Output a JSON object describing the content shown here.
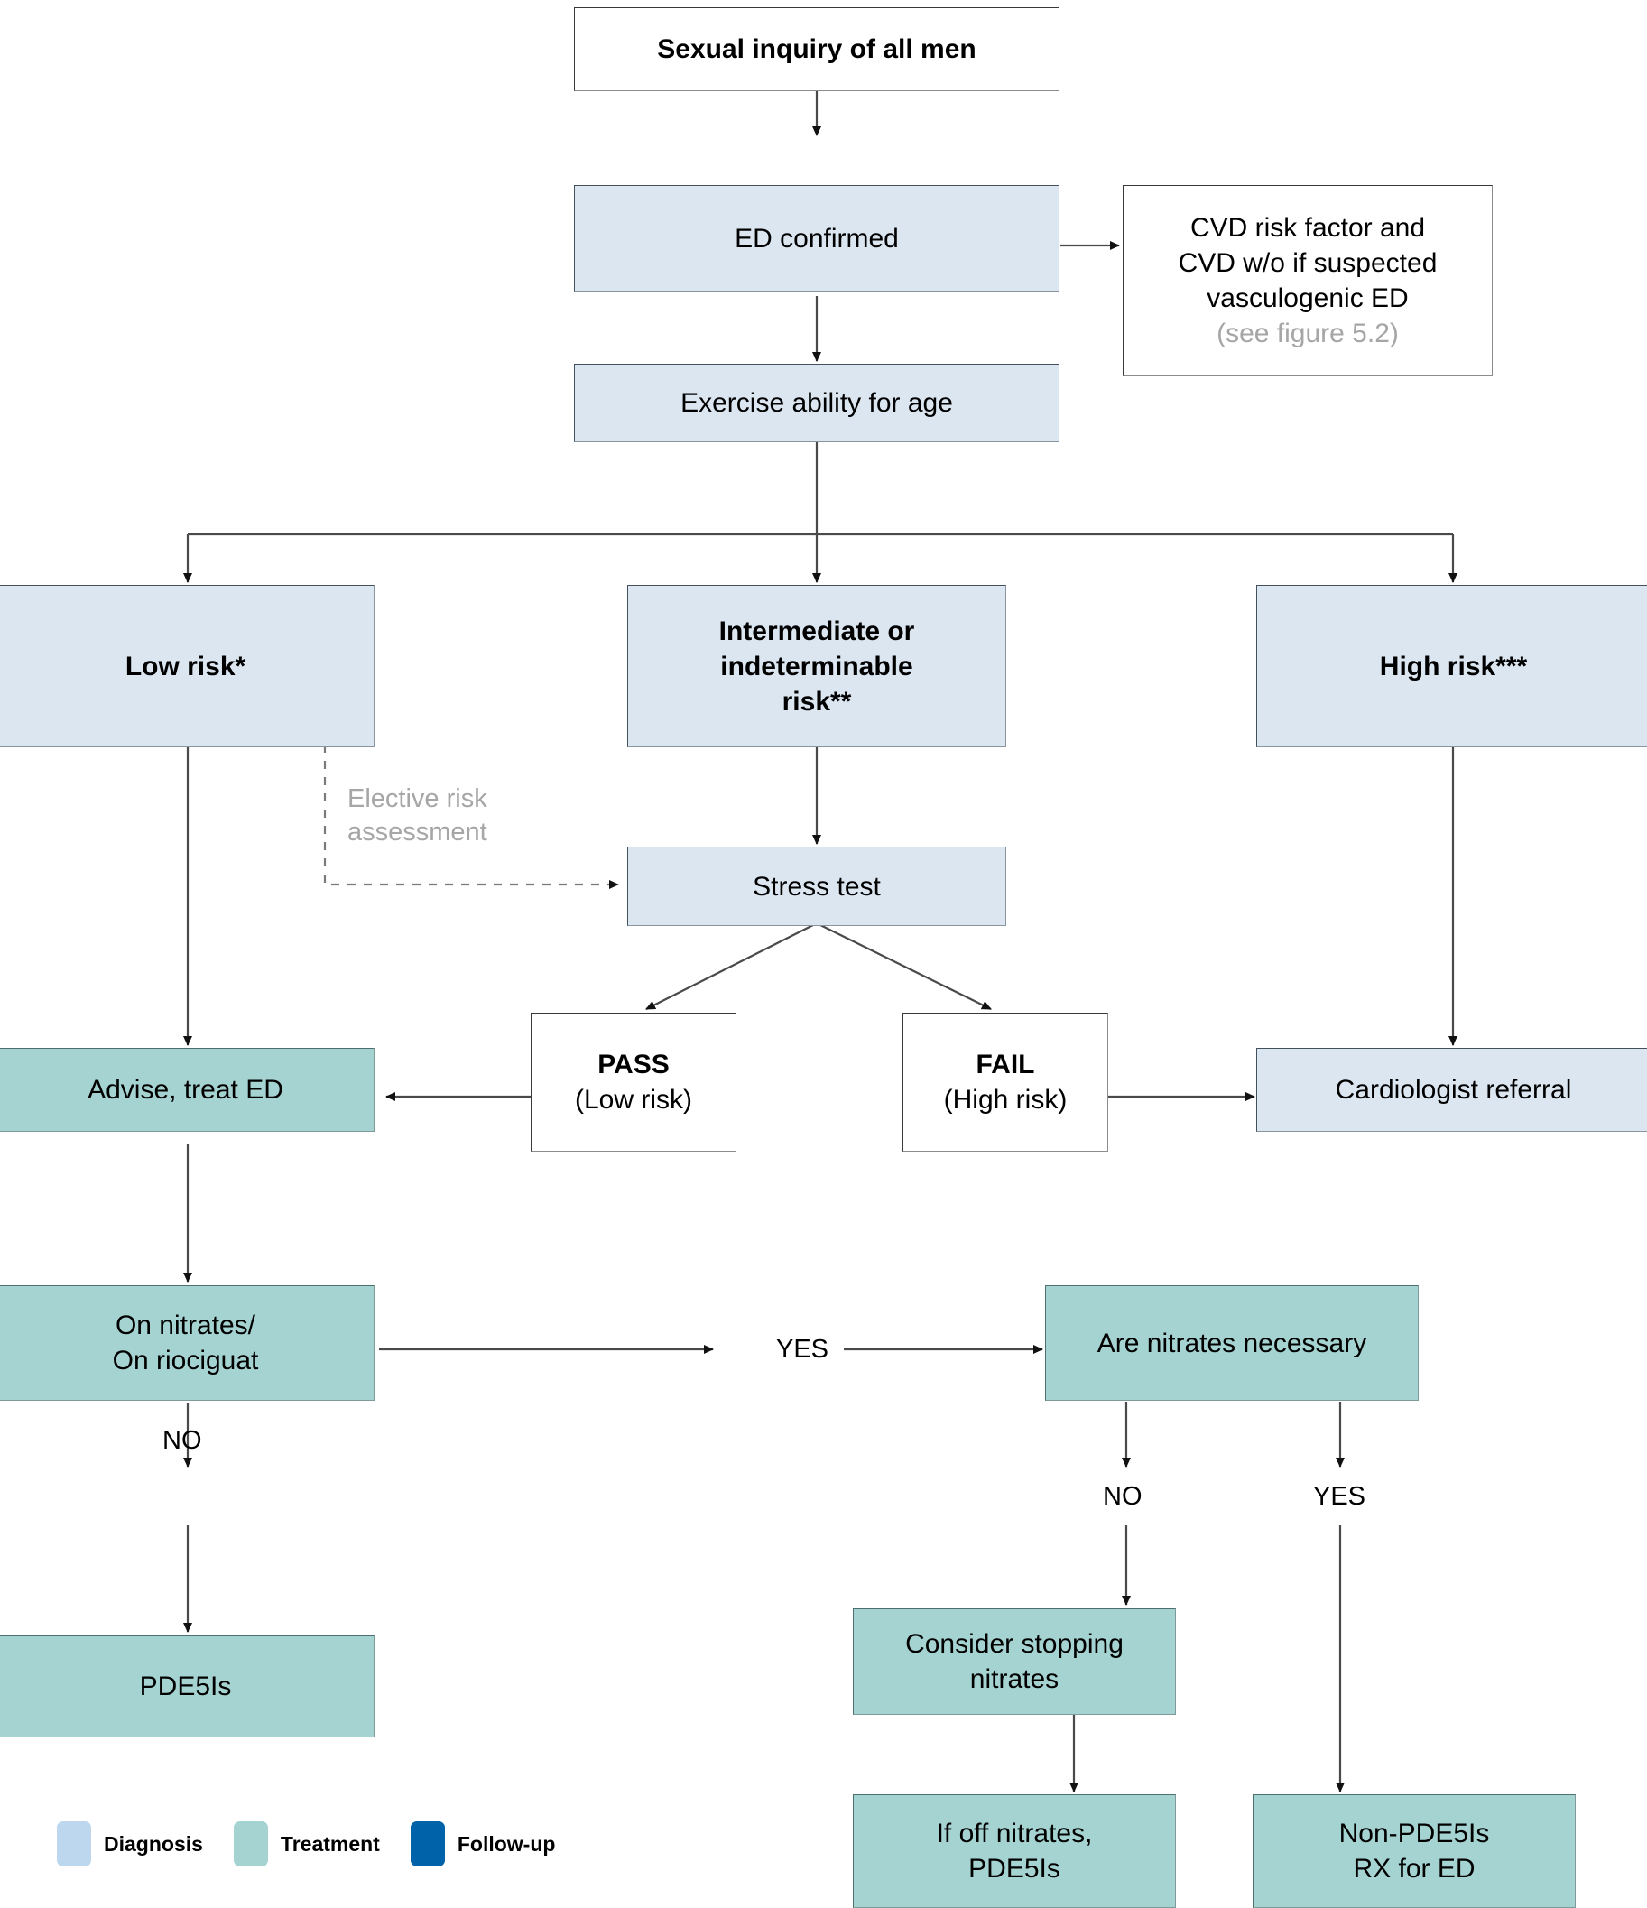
{
  "figure": {
    "type": "clinical-decision-flowchart",
    "title_present": false
  },
  "nodes": {
    "sexual_inquiry": {
      "label": "Sexual inquiry of all men",
      "category": "start",
      "style": "white"
    },
    "ed_confirmed": {
      "label": "ED confirmed",
      "category": "diagnosis",
      "style": "blue"
    },
    "cvd_box_line1": {
      "label": "CVD risk factor and"
    },
    "cvd_box_line2": {
      "label": "CVD w/o if suspected"
    },
    "cvd_box_line3": {
      "label": "vasculogenic ED"
    },
    "cvd_box_note": {
      "label": "(see figure 5.2)"
    },
    "exercise_ability": {
      "label": "Exercise ability for age",
      "category": "diagnosis",
      "style": "blue"
    },
    "low_risk": {
      "label": "Low risk*",
      "category": "diagnosis",
      "style": "blue"
    },
    "intermediate_risk": {
      "label": "Intermediate or\nindeterminable\nrisk**",
      "category": "diagnosis",
      "style": "blue"
    },
    "high_risk": {
      "label": "High risk***",
      "category": "diagnosis",
      "style": "blue"
    },
    "stress_test": {
      "label": "Stress test",
      "category": "diagnosis",
      "style": "blue"
    },
    "pass_box": {
      "label": "PASS",
      "sublabel": "(Low risk)",
      "style": "white"
    },
    "fail_box": {
      "label": "FAIL",
      "sublabel": "(High risk)",
      "style": "white"
    },
    "advise_treat_ed": {
      "label": "Advise, treat ED",
      "category": "treatment",
      "style": "teal"
    },
    "cardiologist_referral": {
      "label": "Cardiologist referral",
      "category": "diagnosis",
      "style": "blue"
    },
    "on_nitrates": {
      "label": "On nitrates/\nOn riociguat",
      "category": "treatment",
      "style": "teal"
    },
    "are_nitrates_necessary": {
      "label": "Are nitrates necessary",
      "category": "treatment",
      "style": "teal"
    },
    "pde5is": {
      "label": "PDE5Is",
      "category": "treatment",
      "style": "teal"
    },
    "consider_stopping": {
      "label": "Consider stopping\nnitrates",
      "category": "treatment",
      "style": "teal"
    },
    "if_off_nitrates": {
      "label": "If off nitrates,\nPDE5Is",
      "category": "treatment",
      "style": "teal"
    },
    "non_pde5is": {
      "label": "Non-PDE5Is\nRX for ED",
      "category": "treatment",
      "style": "teal"
    }
  },
  "edge_labels": {
    "elective_risk_assessment": "Elective risk\nassessment",
    "yes_nitrates": "YES",
    "no_nitrates": "NO",
    "no_necessary": "NO",
    "yes_necessary": "YES"
  },
  "legend": {
    "items": [
      {
        "label": "Diagnosis",
        "color": "#bdd7ee"
      },
      {
        "label": "Treatment",
        "color": "#a5d3d1"
      },
      {
        "label": "Follow-up",
        "color": "#0062a8"
      }
    ]
  },
  "colors": {
    "diagnosis_fill": "#dce6f1",
    "treatment_fill": "#a5d3d1",
    "followup_fill": "#0062a8",
    "white_fill": "#ffffff",
    "muted_text": "#a6a6a6",
    "line": "#3f3f3f"
  }
}
